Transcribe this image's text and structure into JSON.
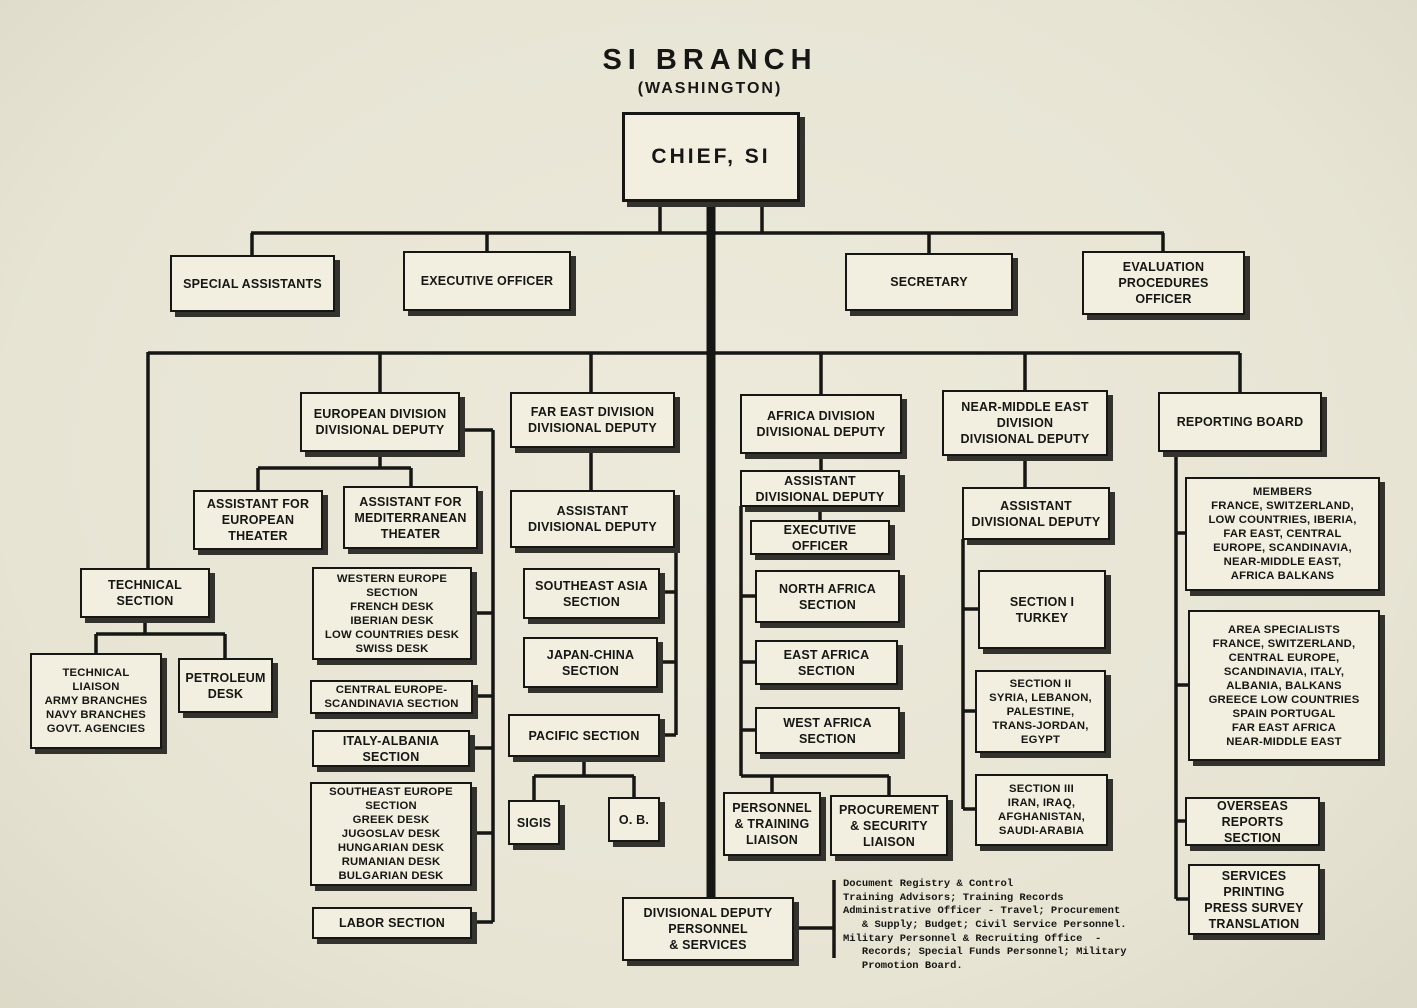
{
  "header": {
    "title": "SI BRANCH",
    "subtitle": "(WASHINGTON)"
  },
  "colors": {
    "background": "#e9e6d6",
    "box_fill": "#f2efe0",
    "line": "#161614"
  },
  "nodes": {
    "chief": "CHIEF, SI",
    "special_assistants": "SPECIAL ASSISTANTS",
    "executive_officer": "EXECUTIVE OFFICER",
    "secretary": "SECRETARY",
    "evaluation_procedures_officer": "EVALUATION\nPROCEDURES\nOFFICER",
    "european_division": "EUROPEAN DIVISION\nDIVISIONAL DEPUTY",
    "far_east_division": "FAR EAST DIVISION\nDIVISIONAL DEPUTY",
    "africa_division": "AFRICA DIVISION\nDIVISIONAL DEPUTY",
    "near_middle_east_division": "NEAR-MIDDLE EAST\nDIVISION\nDIVISIONAL DEPUTY",
    "reporting_board": "REPORTING BOARD",
    "assistant_european_theater": "ASSISTANT FOR\nEUROPEAN\nTHEATER",
    "assistant_mediterranean_theater": "ASSISTANT FOR\nMEDITERRANEAN\nTHEATER",
    "technical_section": "TECHNICAL\nSECTION",
    "technical_liaison": "TECHNICAL\nLIAISON\nARMY BRANCHES\nNAVY BRANCHES\nGOVT. AGENCIES",
    "petroleum_desk": "PETROLEUM\nDESK",
    "western_europe_section": "WESTERN EUROPE\nSECTION\nFRENCH DESK\nIBERIAN DESK\nLOW COUNTRIES DESK\nSWISS DESK",
    "central_europe_scandinavia_section": "CENTRAL EUROPE-\nSCANDINAVIA SECTION",
    "italy_albania_section": "ITALY-ALBANIA\nSECTION",
    "southeast_europe_section": "SOUTHEAST EUROPE\nSECTION\nGREEK DESK\nJUGOSLAV DESK\nHUNGARIAN DESK\nRUMANIAN DESK\nBULGARIAN DESK",
    "labor_section": "LABOR SECTION",
    "fe_assistant_divisional_deputy": "ASSISTANT\nDIVISIONAL DEPUTY",
    "southeast_asia_section": "SOUTHEAST ASIA\nSECTION",
    "japan_china_section": "JAPAN-CHINA\nSECTION",
    "pacific_section": "PACIFIC SECTION",
    "sigis": "SIGIS",
    "ob": "O. B.",
    "af_assistant_divisional_deputy": "ASSISTANT\nDIVISIONAL DEPUTY",
    "af_executive_officer": "EXECUTIVE\nOFFICER",
    "north_africa_section": "NORTH AFRICA\nSECTION",
    "east_africa_section": "EAST AFRICA\nSECTION",
    "west_africa_section": "WEST AFRICA\nSECTION",
    "personnel_training_liaison": "PERSONNEL\n& TRAINING\nLIAISON",
    "procurement_security_liaison": "PROCUREMENT\n& SECURITY\nLIAISON",
    "nme_assistant_divisional_deputy": "ASSISTANT\nDIVISIONAL DEPUTY",
    "section_i": "SECTION I\nTURKEY",
    "section_ii": "SECTION II\nSYRIA, LEBANON,\nPALESTINE,\nTRANS-JORDAN,\nEGYPT",
    "section_iii": "SECTION III\nIRAN, IRAQ,\nAFGHANISTAN,\nSAUDI-ARABIA",
    "members": "MEMBERS\nFRANCE, SWITZERLAND,\nLOW COUNTRIES, IBERIA,\nFAR EAST, CENTRAL\nEUROPE, SCANDINAVIA,\nNEAR-MIDDLE EAST,\nAFRICA  BALKANS",
    "area_specialists": "AREA SPECIALISTS\nFRANCE, SWITZERLAND,\nCENTRAL EUROPE,\nSCANDINAVIA, ITALY,\nALBANIA, BALKANS\nGREECE  LOW COUNTRIES\nSPAIN  PORTUGAL\nFAR EAST  AFRICA\nNEAR-MIDDLE EAST",
    "overseas_reports_section": "OVERSEAS\nREPORTS\nSECTION",
    "services_section": "SERVICES\nPRINTING\nPRESS SURVEY\nTRANSLATION",
    "divisional_deputy_personnel_services": "DIVISIONAL DEPUTY\nPERSONNEL\n& SERVICES"
  },
  "annotation": "Document Registry & Control\nTraining Advisors; Training Records\nAdministrative Officer - Travel; Procurement\n   & Supply; Budget; Civil Service Personnel.\nMilitary Personnel & Recruiting Office  -\n   Records; Special Funds Personnel; Military\n   Promotion Board."
}
